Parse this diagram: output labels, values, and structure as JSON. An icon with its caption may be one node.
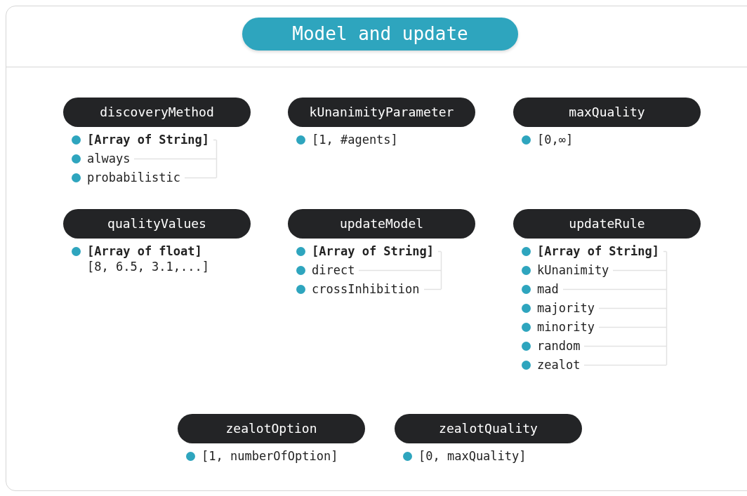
{
  "diagram": {
    "title": "Model and update",
    "nodes": [
      {
        "text": [
          "discoveryMethod"
        ],
        "beside": [
          "**[Array of String]**",
          "always",
          "probabilistic"
        ]
      },
      {
        "text": [
          "kUnanimityParameter"
        ],
        "beside": [
          "[1, #agents]"
        ]
      },
      {
        "text": [
          "maxQuality"
        ],
        "beside": [
          "[0,∞]"
        ]
      },
      {
        "text": [
          "qualityValues"
        ],
        "beside": [
          "**[Array of float]** [8, 6.5, 3.1,...]"
        ]
      },
      {
        "text": [
          "updateModel"
        ],
        "beside": [
          "**[Array of String]**",
          "direct",
          "crossInhibition"
        ]
      },
      {
        "text": [
          "updateRule"
        ],
        "beside": [
          "**[Array of String]**",
          "kUnanimity",
          "mad",
          "majority",
          "minority",
          "random",
          "zealot"
        ]
      },
      {
        "text": [
          "zealotOption"
        ],
        "beside": [
          "[1, numberOfOption]"
        ]
      },
      {
        "text": [
          "zealotQuality"
        ],
        "beside": [
          "[0, maxQuality]"
        ]
      }
    ]
  }
}
